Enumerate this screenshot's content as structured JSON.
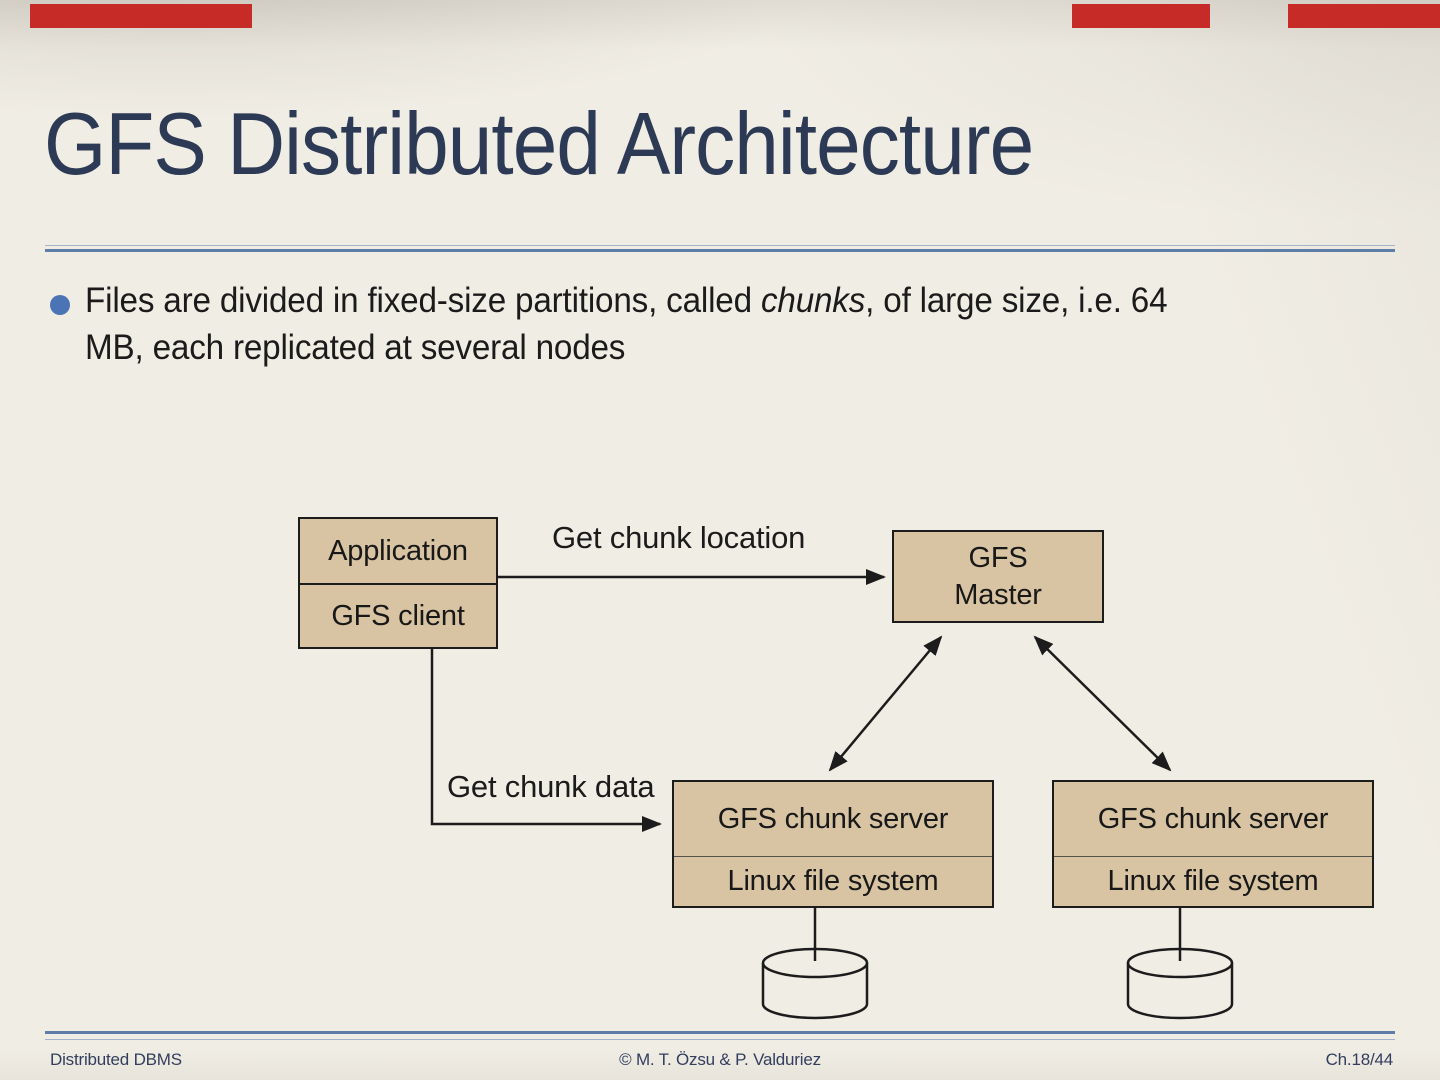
{
  "slide": {
    "title": "GFS Distributed Architecture",
    "bullet": {
      "pre": "Files are divided in fixed-size partitions, called ",
      "emphasis": "chunks",
      "post": ", of large size, i.e. 64",
      "line2": "MB, each replicated at several nodes"
    },
    "diagram": {
      "client": {
        "top": "Application",
        "bottom": "GFS client"
      },
      "master": {
        "line1": "GFS",
        "line2": "Master"
      },
      "server_left": {
        "top": "GFS chunk server",
        "bottom": "Linux file system"
      },
      "server_right": {
        "top": "GFS chunk server",
        "bottom": "Linux file system"
      },
      "label_location": "Get chunk location",
      "label_data": "Get chunk data"
    },
    "footer": {
      "left": "Distributed DBMS",
      "center": "© M. T. Özsu & P. Valduriez",
      "right": "Ch.18/44"
    },
    "colors": {
      "accent_red": "#c62b28",
      "background": "#f0ede4",
      "box_fill": "#d8c4a3",
      "box_border": "#1c1c1c",
      "title_color": "#2c3a55",
      "rule_color": "#5e7da7",
      "rule_light": "#a3b4c9",
      "bullet_color": "#4a74b4",
      "text_color": "#1b1b1b",
      "footer_color": "#333e5e"
    }
  }
}
